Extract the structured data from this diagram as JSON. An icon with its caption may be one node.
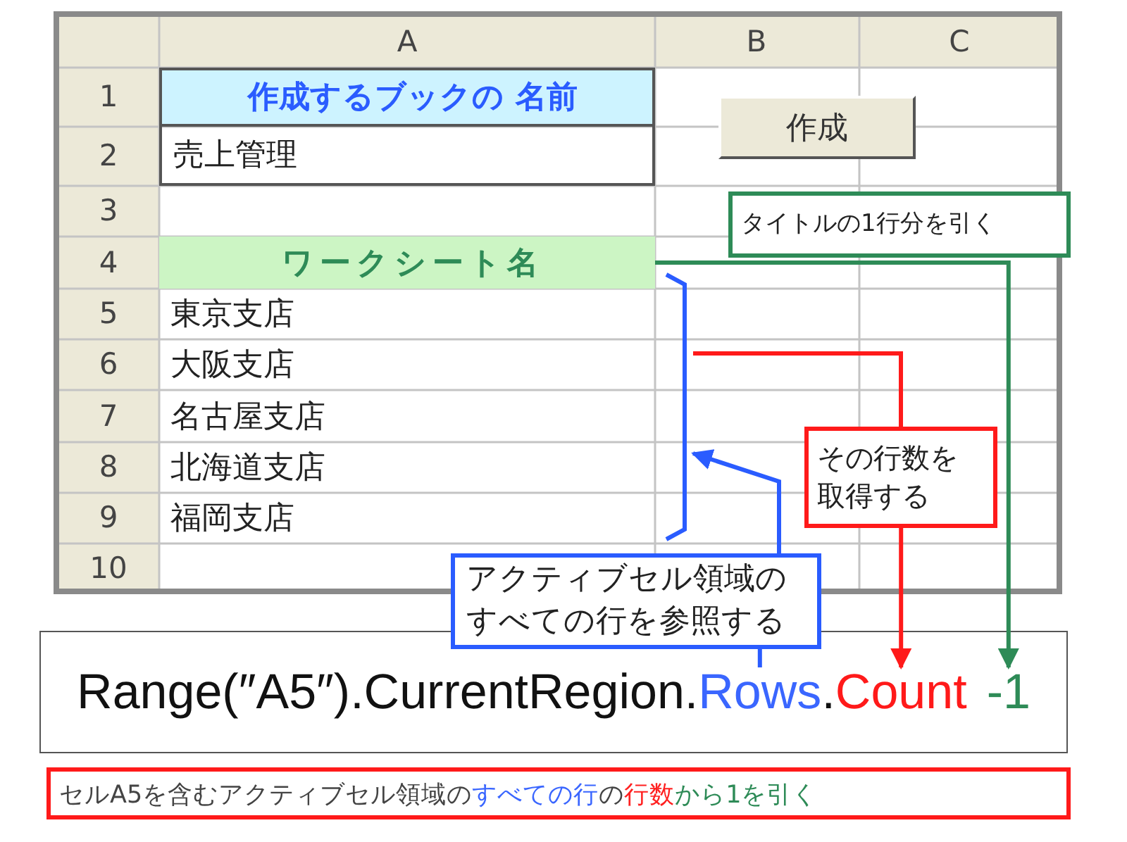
{
  "diagram": {
    "nodes": [
      {
        "text": [
          "作成するブックの 名前"
        ]
      },
      {
        "text": [
          "売上管理"
        ]
      },
      {
        "text": [
          "作成"
        ]
      },
      {
        "text": [
          "タイトルの1行分を引く"
        ]
      },
      {
        "text": [
          "ワークシート名"
        ]
      },
      {
        "text": [
          "東京支店"
        ]
      },
      {
        "text": [
          "大阪支店"
        ]
      },
      {
        "text": [
          "名古屋支店"
        ]
      },
      {
        "text": [
          "北海道支店"
        ]
      },
      {
        "text": [
          "福岡支店"
        ]
      },
      {
        "text": [],
        "shape": "bracket"
      },
      {
        "text": [
          "その行数を取得する"
        ]
      },
      {
        "text": [
          "アクティブセル領域のすべての行を参照する"
        ]
      },
      {
        "text": [],
        "shape": "box"
      },
      {
        "text": [
          "Range(″A5″).CurrentRegion."
        ],
        "in": 13
      },
      {
        "text": [
          "Rows"
        ],
        "in": 13
      },
      {
        "text": [
          "."
        ],
        "in": 13
      },
      {
        "text": [
          "Count"
        ],
        "in": 13
      },
      {
        "text": [
          "-1"
        ],
        "in": 13
      },
      {
        "text": [
          "セルA5を含むアクティブセル領域の",
          "すべての行",
          "の",
          "行数",
          "から1を引く"
        ]
      }
    ],
    "edges": [
      {
        "from": 4,
        "to": 18,
        "arrow": "to",
        "color": "#2e8b57"
      },
      {
        "from": 12,
        "to": 10,
        "arrow": "to",
        "color": "#2a5cff"
      },
      {
        "from": 12,
        "to": 15,
        "arrow": "none",
        "color": "#2a5cff"
      },
      {
        "from": 10,
        "to": 11,
        "arrow": "none",
        "color": "#ff1a1a"
      },
      {
        "from": 11,
        "to": 17,
        "arrow": "to",
        "color": "#ff1a1a"
      }
    ],
    "labels": [
      "A",
      "B",
      "C",
      "1",
      "2",
      "3",
      "4",
      "5",
      "6",
      "7",
      "8",
      "9",
      "10"
    ]
  }
}
